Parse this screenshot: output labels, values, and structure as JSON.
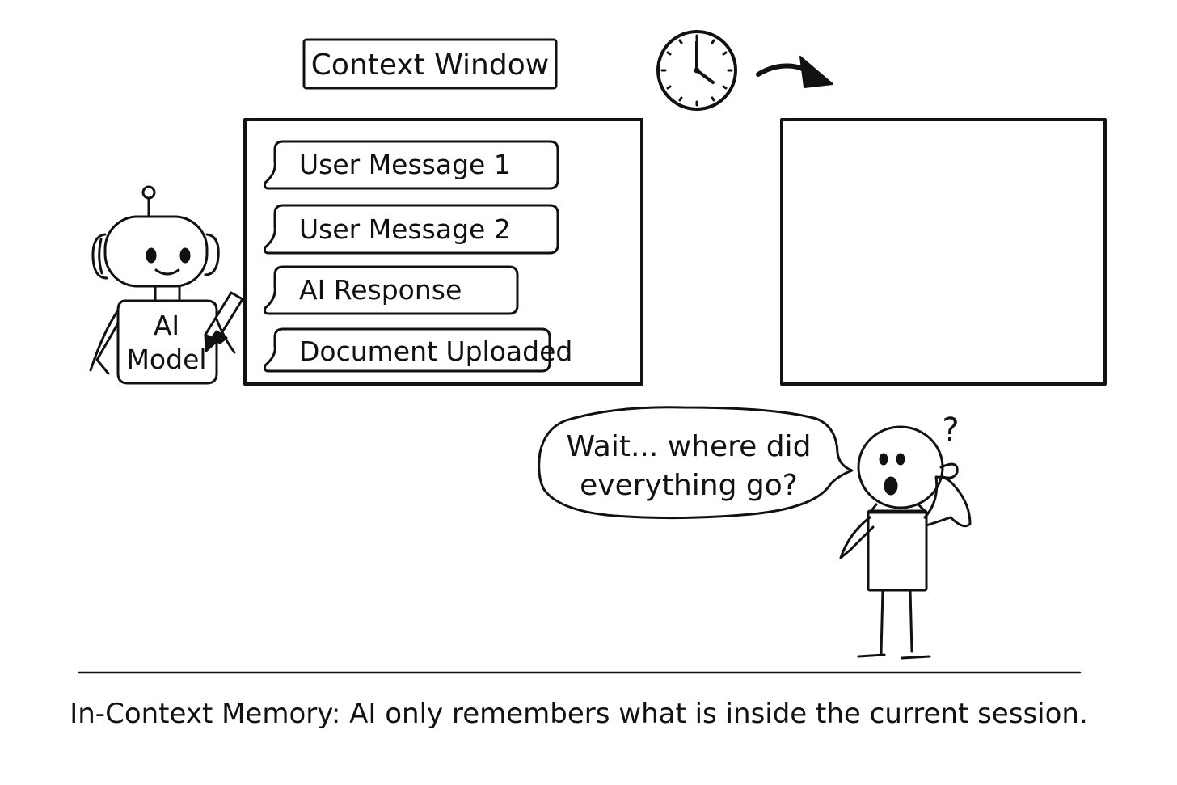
{
  "title_label": "Context Window",
  "context_items": [
    {
      "label": "User Message 1"
    },
    {
      "label": "User Message 2"
    },
    {
      "label": "AI Response"
    },
    {
      "label": "Document Uploaded"
    }
  ],
  "robot": {
    "label_line1": "AI",
    "label_line2": "Model"
  },
  "person_speech": {
    "line1": "Wait... where did",
    "line2": "everything go?"
  },
  "person_question_mark": "?",
  "caption": "In-Context Memory: AI only remembers what is inside the current session.",
  "icons": [
    "robot-icon",
    "pencil-icon",
    "clock-icon",
    "curved-arrow-icon",
    "person-icon"
  ],
  "colors": {
    "ink": "#111111",
    "background": "#ffffff"
  }
}
